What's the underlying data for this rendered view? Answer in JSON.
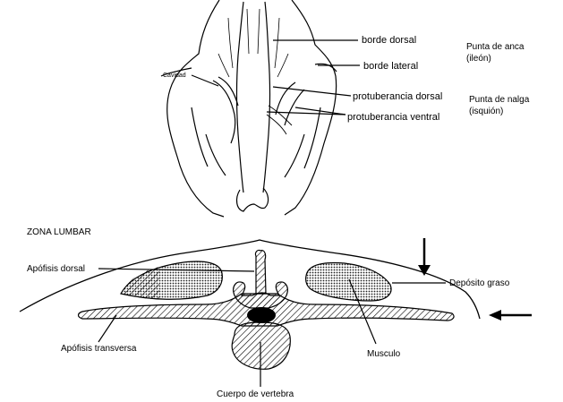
{
  "top_figure": {
    "labels": {
      "borde_dorsal": "borde dorsal",
      "borde_lateral": "borde lateral",
      "protuberancia_dorsal": "protuberancia dorsal",
      "protuberancia_ventral": "protuberancia ventral",
      "cavidad": "Cavidad"
    },
    "side_notes": {
      "punta_de_anca_line1": "Punta de anca",
      "punta_de_anca_line2": "(ileón)",
      "punta_de_nalga_line1": "Punta de nalga",
      "punta_de_nalga_line2": "(isquión)"
    }
  },
  "bottom_figure": {
    "title": "ZONA LUMBAR",
    "labels": {
      "apofisis_dorsal": "Apófisis dorsal",
      "deposito_graso": "Depósito graso",
      "apofisis_transversa": "Apófisis transversa",
      "musculo": "Musculo",
      "cuerpo_de_vertebra": "Cuerpo de vertebra"
    }
  }
}
